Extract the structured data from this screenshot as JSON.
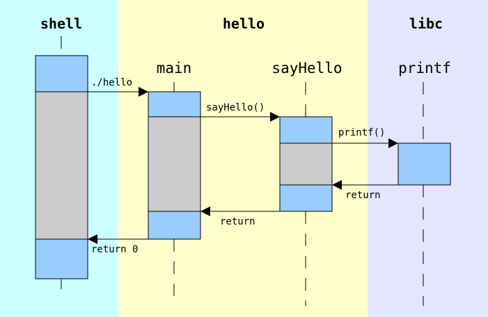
{
  "lanes": {
    "shell": {
      "title": "shell",
      "color": "#ccffff"
    },
    "hello": {
      "title": "hello",
      "color": "#ffffcc"
    },
    "libc": {
      "title": "libc",
      "color": "#e5e5ff"
    }
  },
  "participants": {
    "main": "main",
    "sayhello": "sayHello",
    "printf": "printf"
  },
  "messages": {
    "exec_hello": "./hello",
    "call_sayhello": "sayHello()",
    "call_printf": "printf()",
    "return_printf": "return",
    "return_sayhello": "return",
    "return_main": "return 0"
  },
  "colors": {
    "activation": "#99ccff",
    "suspended": "#cccccc"
  }
}
